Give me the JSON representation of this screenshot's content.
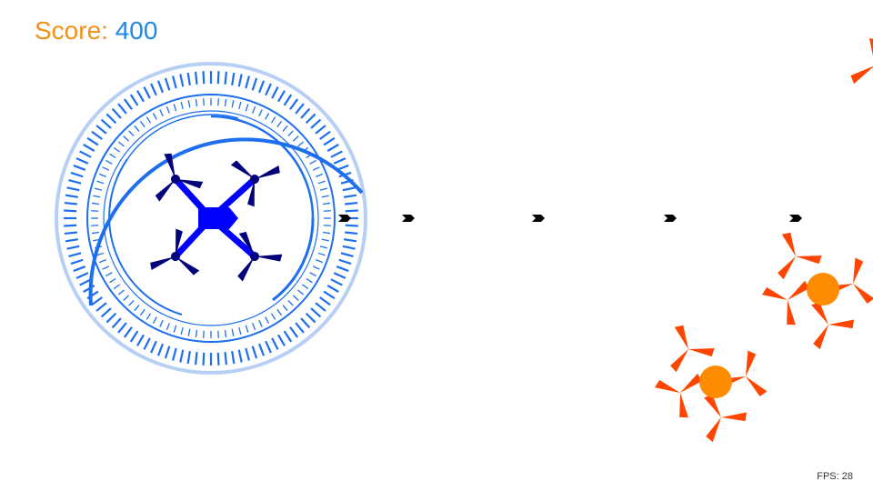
{
  "hud": {
    "score_label": "Score:",
    "score_value": "400",
    "fps_text": "FPS: 28"
  },
  "player": {
    "type": "quadcopter",
    "color": "#0000ff",
    "rotor_color": "#00007a",
    "shield_color": "#1e6ff0"
  },
  "enemies": {
    "type": "orange-quadcopter",
    "count_visible": 3,
    "body_color": "#ff8c00",
    "rotor_color": "#ff4500"
  },
  "colors": {
    "score_label": "#f39019",
    "score_value": "#1e88e5",
    "shot_marker": "#000000"
  }
}
